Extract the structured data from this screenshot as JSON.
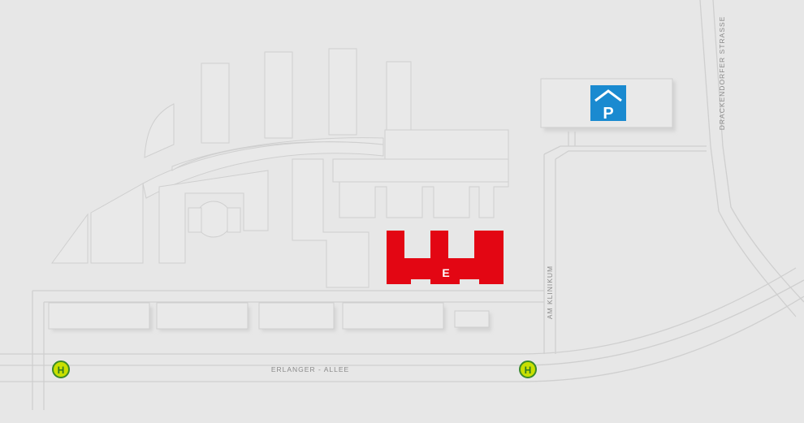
{
  "map": {
    "streets": {
      "erlanger_allee": "ERLANGER - ALLEE",
      "am_klinikum": "AM KLINIKUM",
      "drackendorfer_strasse": "DRACKENDORFER STRASSE"
    },
    "highlight_building": {
      "label": "E",
      "color": "#e30613"
    },
    "parking": {
      "label": "P",
      "color": "#1a8ad0"
    },
    "bus_stops": [
      {
        "label": "H",
        "color": "#c8e000"
      },
      {
        "label": "H",
        "color": "#c8e000"
      }
    ]
  }
}
